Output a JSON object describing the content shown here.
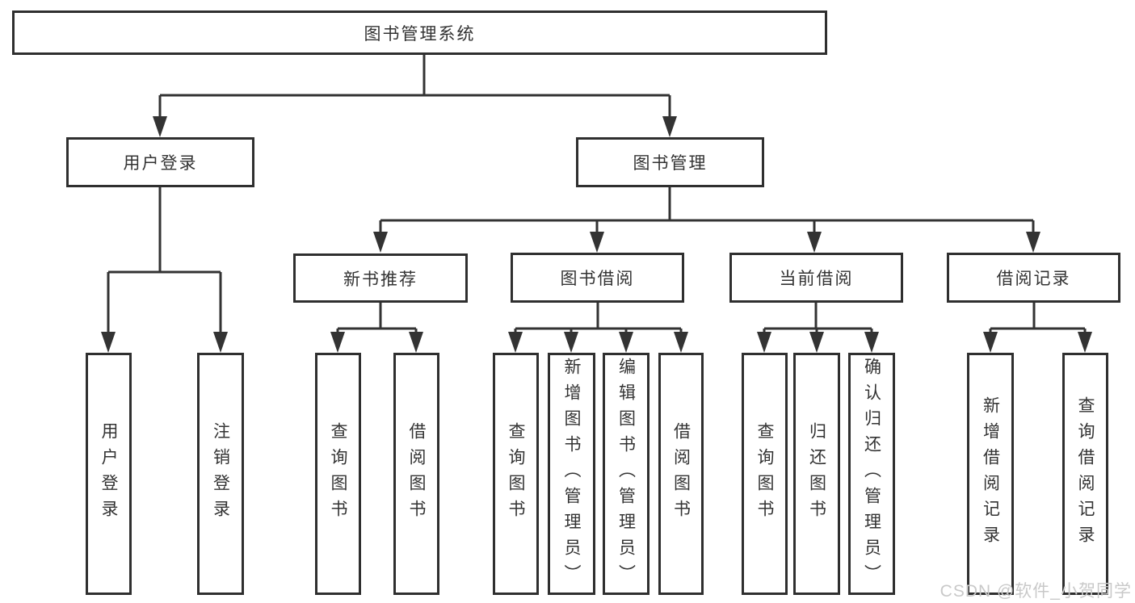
{
  "tree": {
    "root": {
      "label": "图书管理系统",
      "children": [
        {
          "label": "用户登录",
          "children": [
            {
              "label": "用户登录"
            },
            {
              "label": "注销登录"
            }
          ]
        },
        {
          "label": "图书管理",
          "children": [
            {
              "label": "新书推荐",
              "children": [
                {
                  "label": "查询图书"
                },
                {
                  "label": "借阅图书"
                }
              ]
            },
            {
              "label": "图书借阅",
              "children": [
                {
                  "label": "查询图书"
                },
                {
                  "label": "新增图书（管理员）"
                },
                {
                  "label": "编辑图书（管理员）"
                },
                {
                  "label": "借阅图书"
                }
              ]
            },
            {
              "label": "当前借阅",
              "children": [
                {
                  "label": "查询图书"
                },
                {
                  "label": "归还图书"
                },
                {
                  "label": "确认归还（管理员）"
                }
              ]
            },
            {
              "label": "借阅记录",
              "children": [
                {
                  "label": "新增借阅记录"
                },
                {
                  "label": "查询借阅记录"
                }
              ]
            }
          ]
        }
      ]
    }
  },
  "watermark": "CSDN @软件_小贺同学",
  "colors": {
    "line": "#333333",
    "box_border": "#2f2f2f",
    "box_background": "#ffffff",
    "text": "#333333",
    "watermark": "#c9c9c9"
  }
}
